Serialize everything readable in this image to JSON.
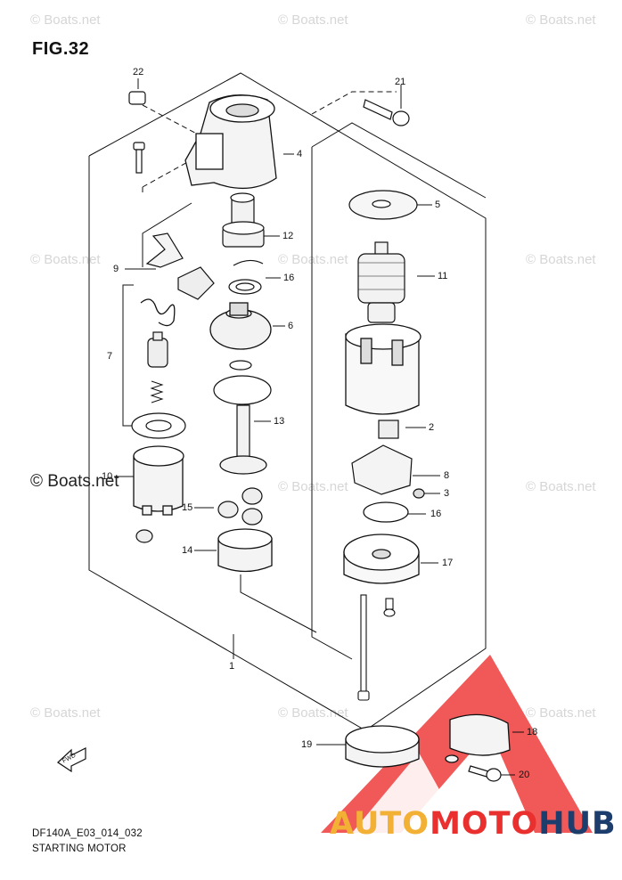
{
  "header": {
    "figure": "FIG.32"
  },
  "footer": {
    "code": "DF140A_E03_014_032",
    "title": "STARTING MOTOR"
  },
  "watermark": {
    "small": "© Boats.net",
    "large": "© Boats.net"
  },
  "brand": {
    "part1": "AUTO",
    "part2": "MOTO",
    "part3": "HUB",
    "colors": {
      "auto": "#f2b035",
      "moto": "#e9302e",
      "hub": "#1d3e6d"
    }
  },
  "fwd_label": "FWD",
  "callouts": {
    "c1": "1",
    "c2": "2",
    "c3": "3",
    "c4": "4",
    "c5": "5",
    "c6": "6",
    "c7": "7",
    "c8": "8",
    "c9": "9",
    "c10": "10",
    "c11": "11",
    "c12": "12",
    "c13": "13",
    "c14": "14",
    "c15": "15",
    "c16a": "16",
    "c16b": "16",
    "c17": "17",
    "c18": "18",
    "c19": "19",
    "c20": "20",
    "c21": "21",
    "c22": "22"
  }
}
